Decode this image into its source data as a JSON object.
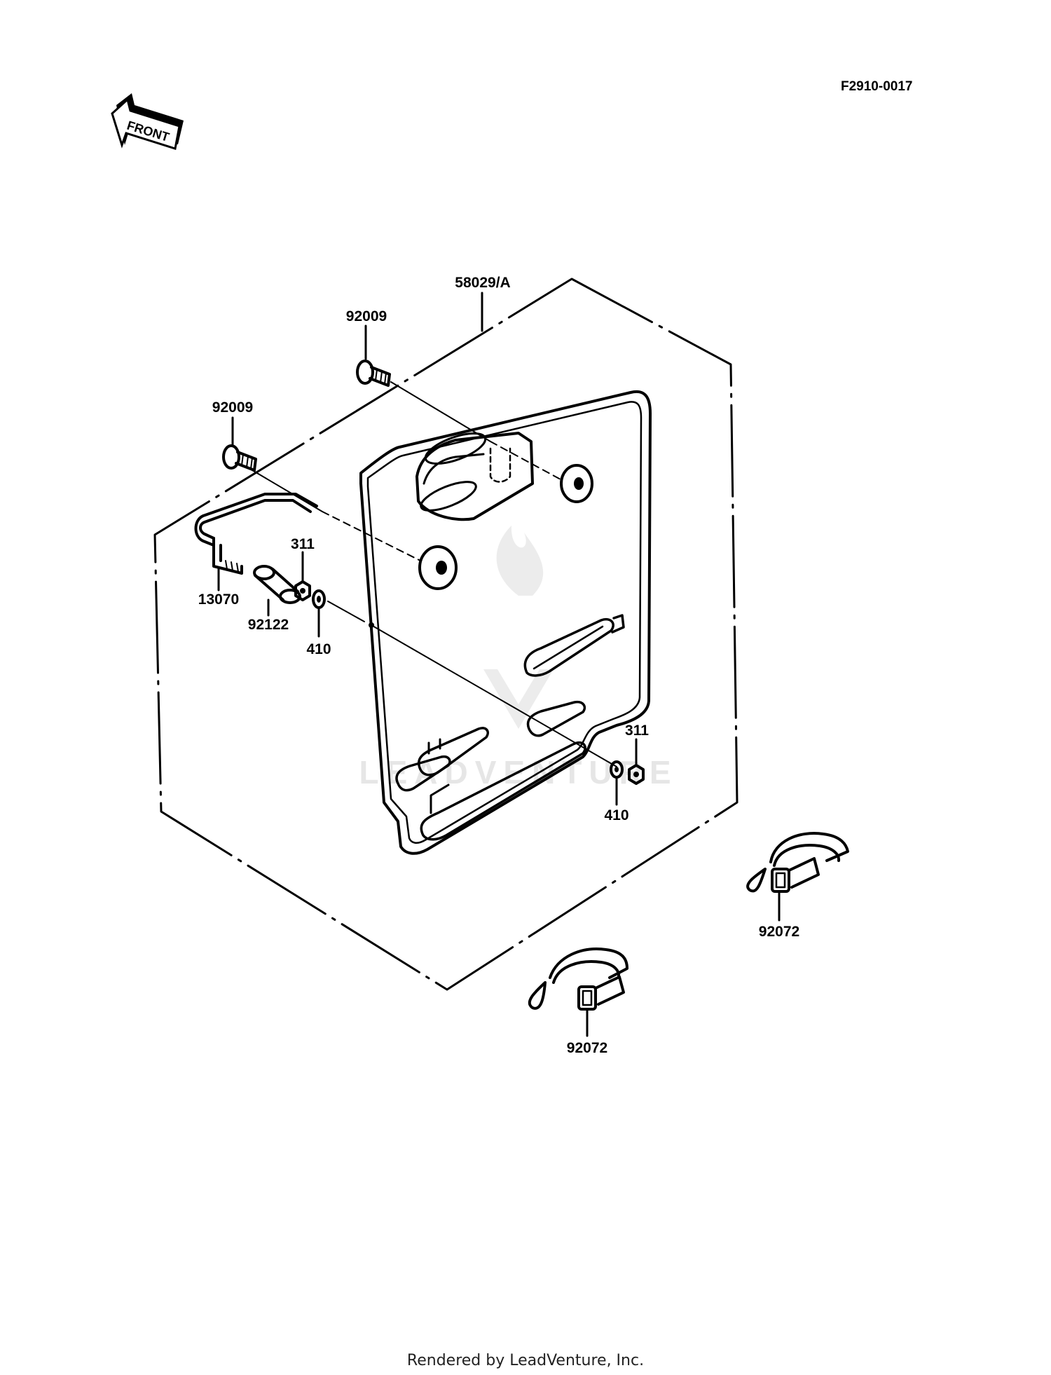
{
  "diagram_code": "F2910-0017",
  "front_arrow_label": "FRONT",
  "parts": {
    "number_plate": "58029/A",
    "bolt_upper": "92009",
    "bolt_lower": "92009",
    "bracket": "13070",
    "spacer": "92122",
    "nut_left": "311",
    "washer_left": "410",
    "nut_right": "311",
    "washer_right": "410",
    "band_upper": "92072",
    "band_lower": "92072"
  },
  "watermark": "LEADVENTURE",
  "footer": "Rendered by LeadVenture, Inc."
}
